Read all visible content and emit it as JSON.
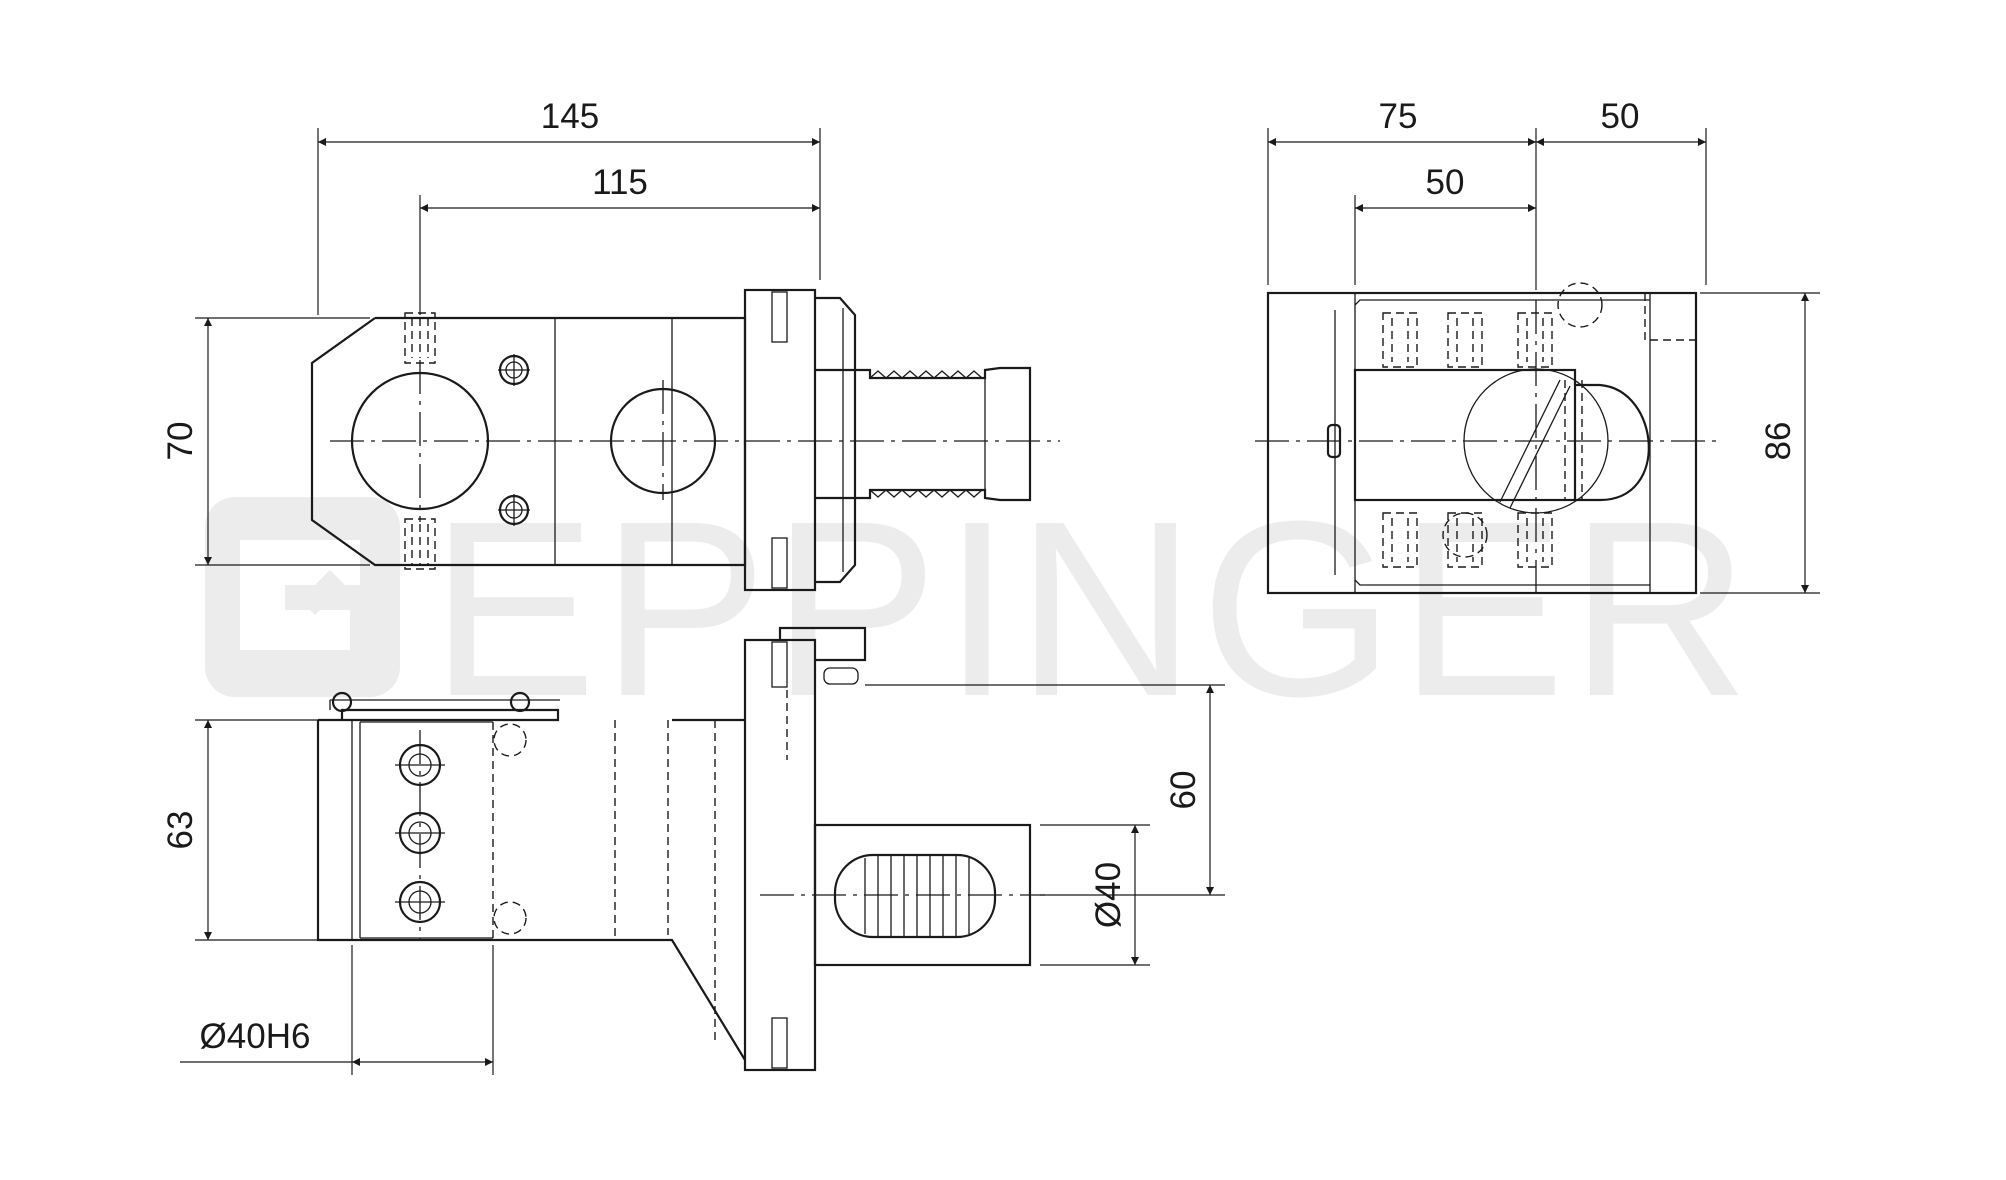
{
  "watermark": {
    "brand": "EPPINGER",
    "color": "#ececec"
  },
  "top_view": {
    "dim_total_length": "145",
    "dim_center_to_face": "115",
    "dim_height": "70"
  },
  "side_view": {
    "dim_left": "75",
    "dim_right": "50",
    "dim_inner": "50",
    "dim_height": "86"
  },
  "front_view": {
    "dim_height": "63",
    "dim_offset": "60",
    "dim_shank_diameter": "Ø40",
    "dim_bore_diameter": "Ø40H6"
  },
  "colors": {
    "line": "#1a1a1a",
    "background": "#ffffff"
  }
}
